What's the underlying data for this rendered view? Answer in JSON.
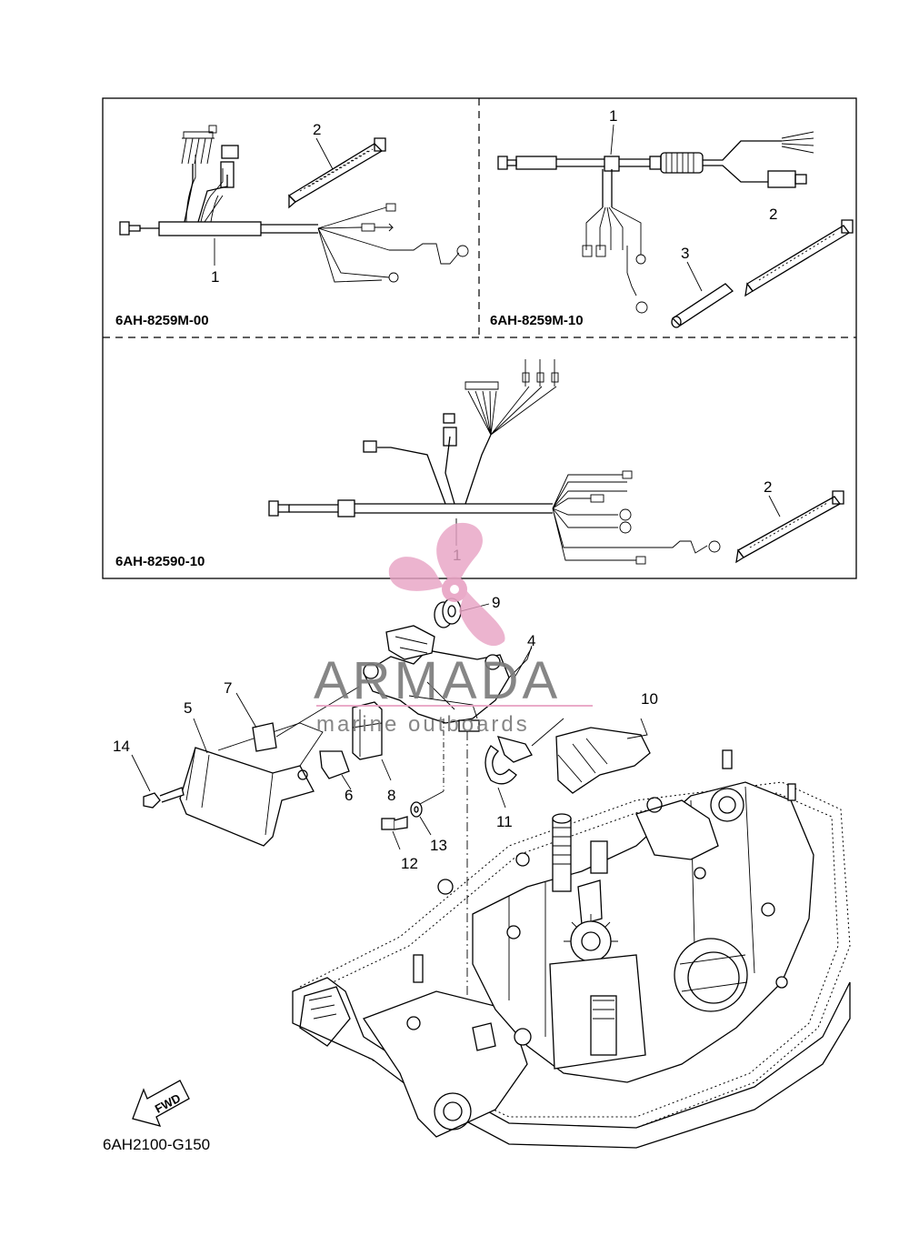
{
  "kits": [
    {
      "code": "6AH-8259M-00"
    },
    {
      "code": "6AH-8259M-10"
    },
    {
      "code": "6AH-82590-10"
    }
  ],
  "callouts": {
    "kit_a_harness": "1",
    "kit_a_band": "2",
    "kit_b_harness": "1",
    "kit_b_band": "2",
    "kit_b_tube": "3",
    "kit_c_harness": "1",
    "kit_c_band": "2",
    "p4": "4",
    "p5": "5",
    "p6": "6",
    "p7": "7",
    "p8": "8",
    "p9": "9",
    "p10": "10",
    "p11": "11",
    "p12": "12",
    "p13": "13",
    "p14": "14"
  },
  "direction_label": "FWD",
  "figure_code": "6AH2100-G150",
  "watermark": {
    "logo": "propeller-logo",
    "brand": "ARMADA",
    "tagline": "marine outboards",
    "color": "#e8a3c4"
  }
}
